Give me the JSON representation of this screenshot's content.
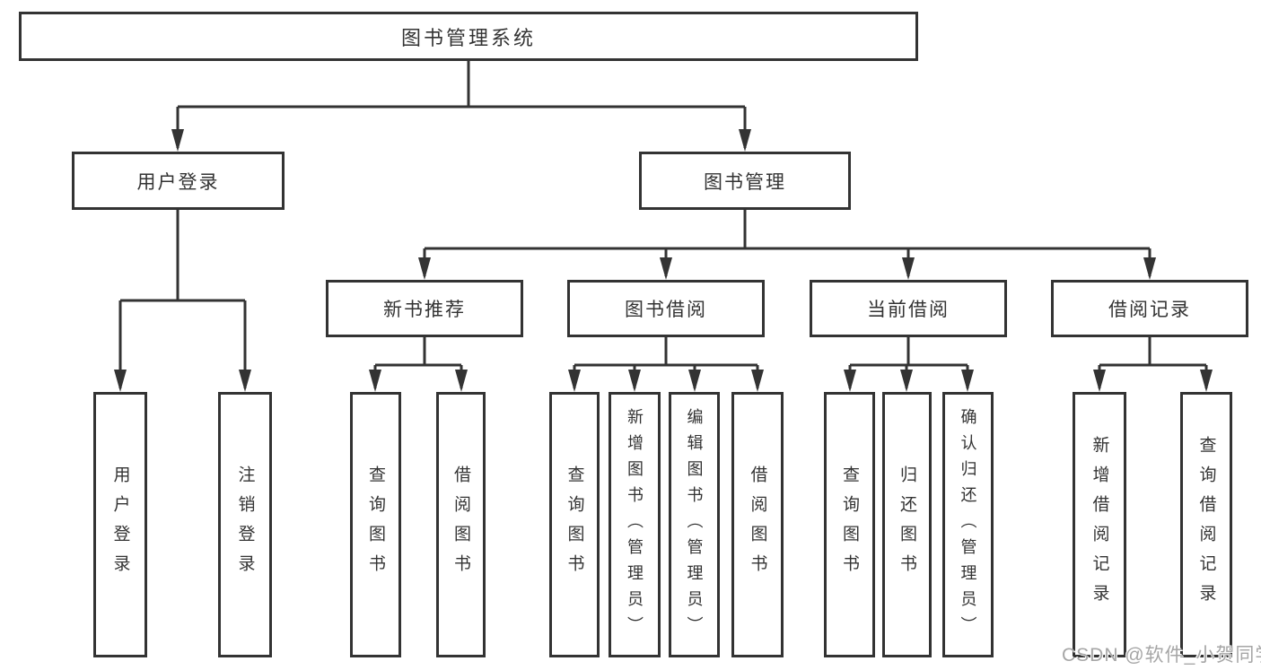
{
  "diagram": {
    "title": "图书管理系统",
    "watermark": "CSDN @软件_小贺同学",
    "colors": {
      "line": "#333333",
      "text": "#333333",
      "box_bg": "#ffffff",
      "watermark": "#a6a6a6",
      "background": "#ffffff"
    },
    "tree": {
      "label": "图书管理系统",
      "children": [
        {
          "label": "用户登录",
          "children": [
            {
              "label": "用户登录"
            },
            {
              "label": "注销登录"
            }
          ]
        },
        {
          "label": "图书管理",
          "children": [
            {
              "label": "新书推荐",
              "children": [
                {
                  "label": "查询图书"
                },
                {
                  "label": "借阅图书"
                }
              ]
            },
            {
              "label": "图书借阅",
              "children": [
                {
                  "label": "查询图书"
                },
                {
                  "label": "新增图书（管理员）"
                },
                {
                  "label": "编辑图书（管理员）"
                },
                {
                  "label": "借阅图书"
                }
              ]
            },
            {
              "label": "当前借阅",
              "children": [
                {
                  "label": "查询图书"
                },
                {
                  "label": "归还图书"
                },
                {
                  "label": "确认归还（管理员）"
                }
              ]
            },
            {
              "label": "借阅记录",
              "children": [
                {
                  "label": "新增借阅记录"
                },
                {
                  "label": "查询借阅记录"
                }
              ]
            }
          ]
        }
      ]
    }
  }
}
